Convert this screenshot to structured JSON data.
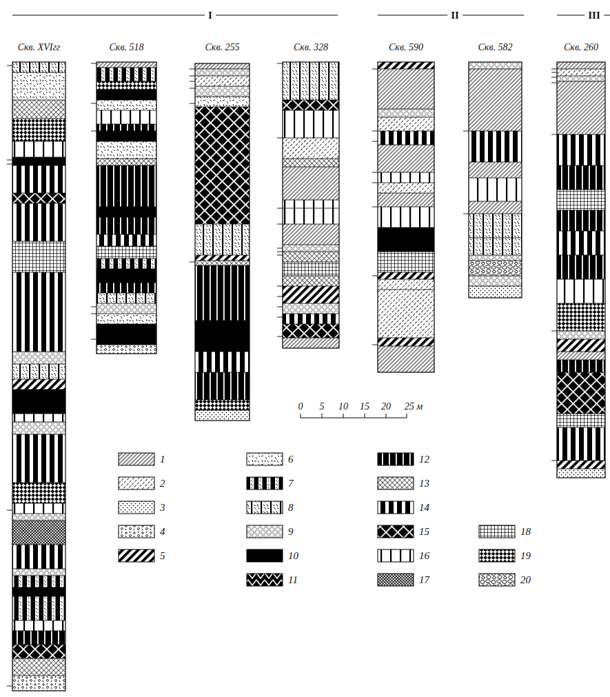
{
  "diagram": {
    "nodes": [
      {
        "text": [
          "Скв. XVIгг"
        ]
      },
      {
        "text": [
          "Скв. 518"
        ]
      },
      {
        "text": [
          "Скв. 255"
        ]
      },
      {
        "text": [
          "Скв. 328"
        ]
      },
      {
        "text": [
          "Скв. 590"
        ]
      },
      {
        "text": [
          "Скв. 582"
        ]
      },
      {
        "text": [
          "Скв. 260"
        ]
      }
    ],
    "labels": [
      "I",
      "II",
      "III",
      "0",
      "5",
      "10",
      "15",
      "20",
      "25 м"
    ],
    "legend": [
      {
        "text": "1"
      },
      {
        "text": "2"
      },
      {
        "text": "3"
      },
      {
        "text": "4"
      },
      {
        "text": "5"
      },
      {
        "text": "6"
      },
      {
        "text": "7"
      },
      {
        "text": "8"
      },
      {
        "text": "9"
      },
      {
        "text": "10"
      },
      {
        "text": "11"
      },
      {
        "text": "12"
      },
      {
        "text": "13"
      },
      {
        "text": "14"
      },
      {
        "text": "15"
      },
      {
        "text": "16"
      },
      {
        "text": "17"
      },
      {
        "text": "18"
      },
      {
        "text": "19"
      },
      {
        "text": "20"
      }
    ]
  }
}
